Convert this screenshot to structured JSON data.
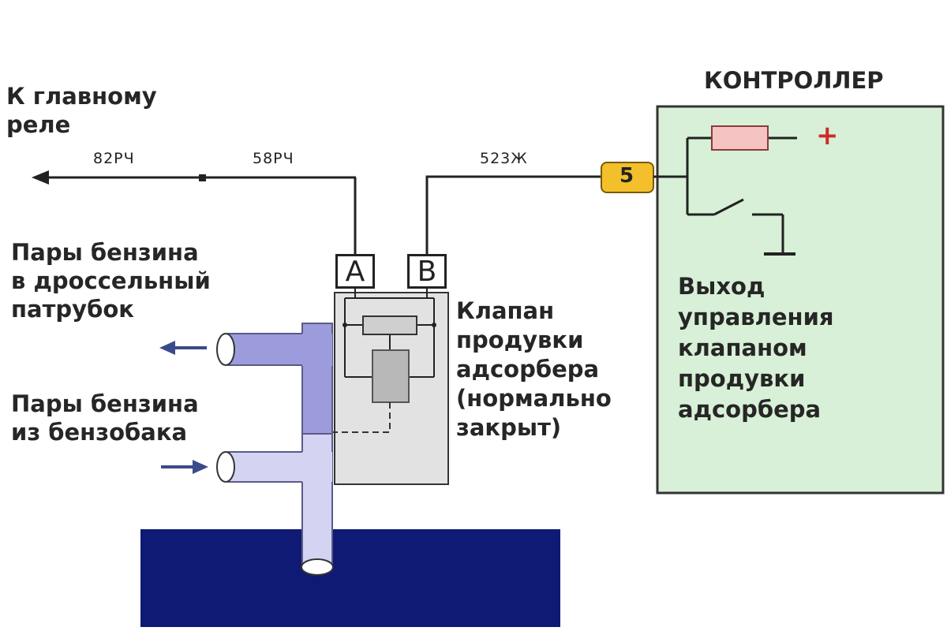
{
  "left_labels": {
    "main_relay": "К главному\nреле",
    "to_throttle": "Пары бензина\nв дроссельный\nпатрубок",
    "from_tank": "Пары бензина\nиз бензобака"
  },
  "wires": {
    "w82": "82РЧ",
    "w58": "58РЧ",
    "w523": "523Ж"
  },
  "valve": {
    "terminal_a": "A",
    "terminal_b": "B",
    "label": "Клапан\nпродувки\nадсорбера\n(нормально\nзакрыт)"
  },
  "controller": {
    "title": "КОНТРОЛЛЕР",
    "pin": "5",
    "plus": "+",
    "output_label": "Выход\nуправления\nклапаном\nпродувки\nадсорбера"
  },
  "colors": {
    "controller_fill": "#d7f0d7",
    "valve_fill": "#e2e2e2",
    "pipe_light": "#d4d4f2",
    "pipe_dark": "#9c9cdc",
    "tank": "#0f1a74",
    "pin_badge": "#f3c02c",
    "resistor": "#f6c3c3",
    "plus": "#d0282a",
    "arrow": "#3b4a8a"
  }
}
